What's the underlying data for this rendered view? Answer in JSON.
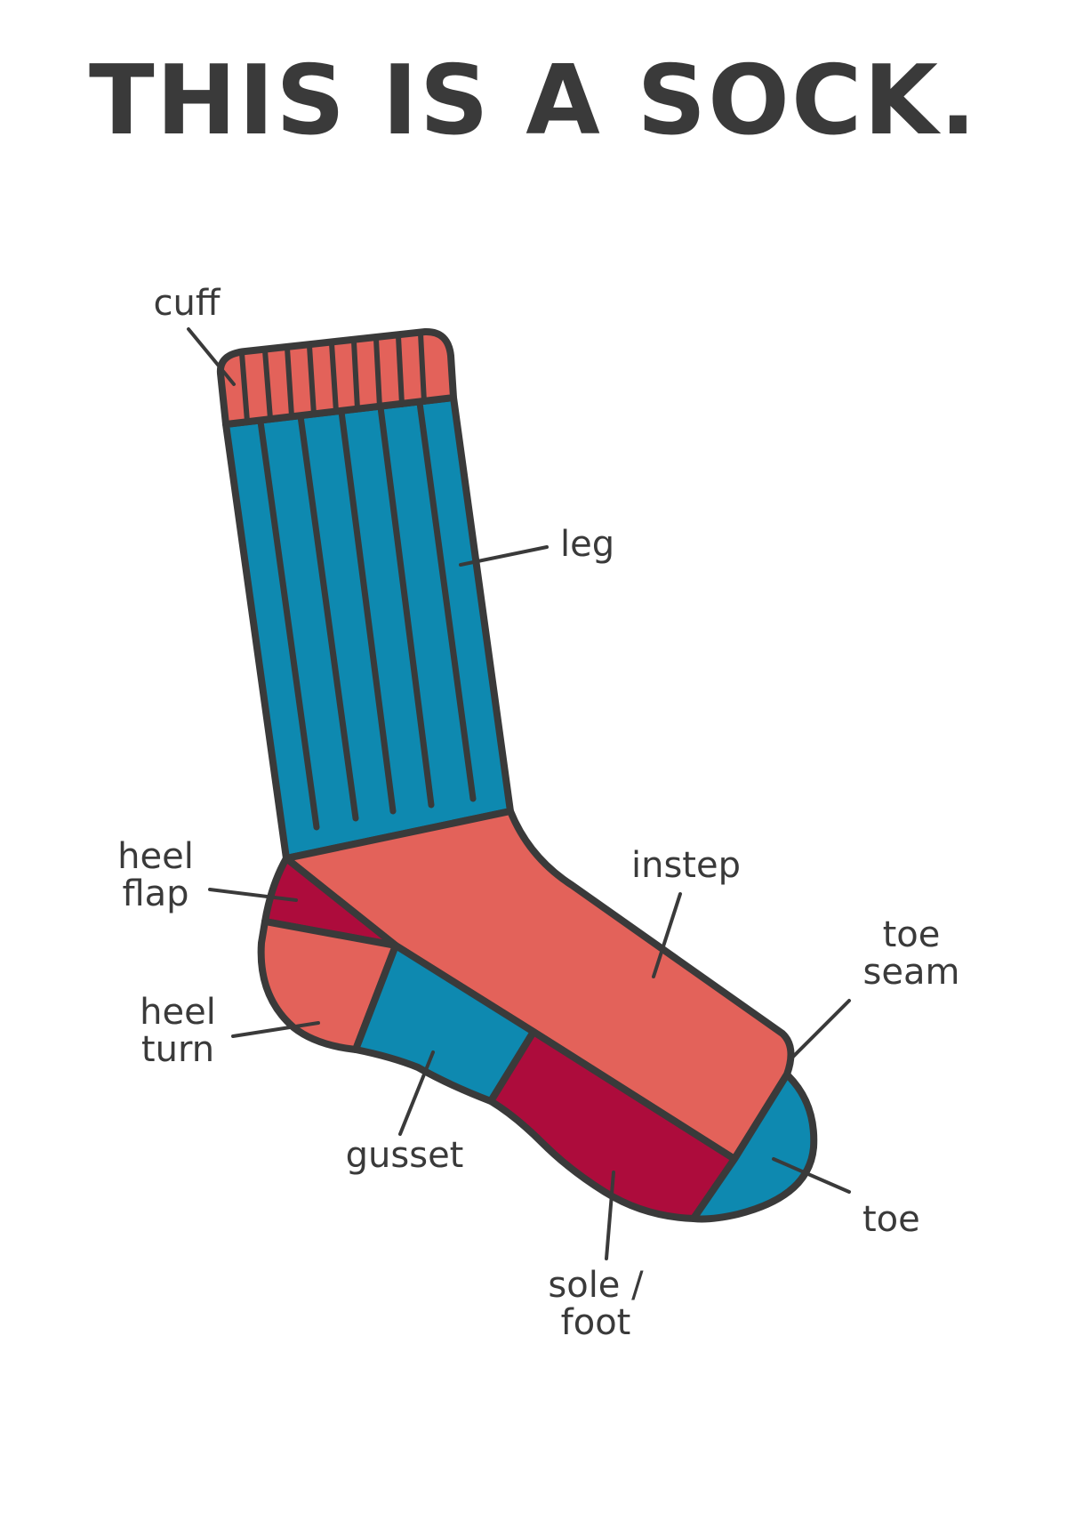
{
  "title": "THIS IS A SOCK.",
  "colors": {
    "outline": "#3a3a3a",
    "salmon": "#e3625a",
    "blue": "#0e89b0",
    "crimson": "#ad0c3c"
  },
  "labels": {
    "cuff": "cuff",
    "leg": "leg",
    "heel_flap": [
      "heel",
      "flap"
    ],
    "instep": "instep",
    "toe_seam": [
      "toe",
      "seam"
    ],
    "heel_turn": [
      "heel",
      "turn"
    ],
    "gusset": "gusset",
    "toe": "toe",
    "sole_foot": [
      "sole /",
      "foot"
    ]
  }
}
